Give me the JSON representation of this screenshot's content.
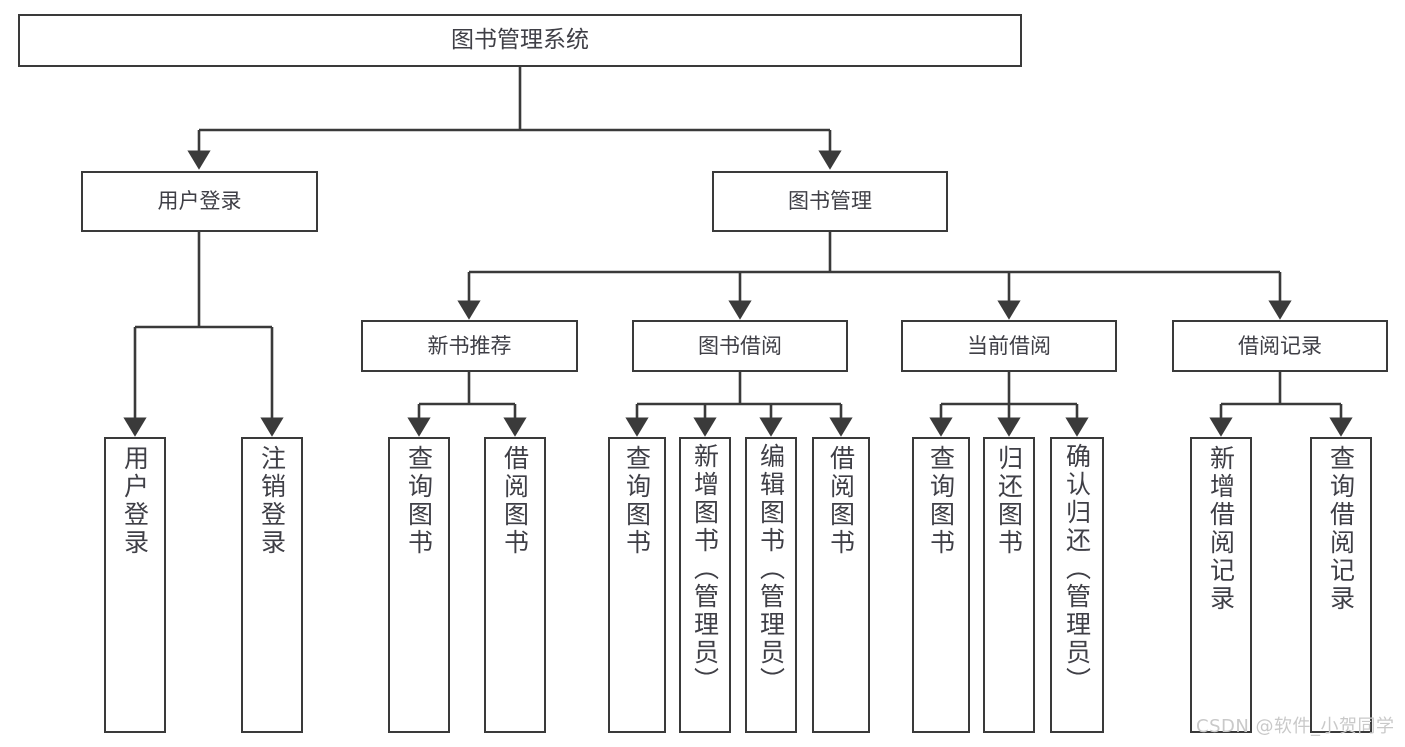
{
  "diagram": {
    "title": "图书管理系统",
    "type": "tree",
    "watermark": "CSDN @软件_小贺同学",
    "colors": {
      "box_border": "#3a3a3a",
      "box_fill": "#ffffff",
      "connector": "#3a3a3a",
      "text": "#3f3f46",
      "watermark": "#c9c9c9"
    },
    "root": {
      "label": "图书管理系统"
    },
    "level2": [
      {
        "id": "user-login",
        "label": "用户登录"
      },
      {
        "id": "book-manage",
        "label": "图书管理"
      }
    ],
    "level3": [
      {
        "id": "new-book-rec",
        "label": "新书推荐"
      },
      {
        "id": "book-borrow",
        "label": "图书借阅"
      },
      {
        "id": "current-borrow",
        "label": "当前借阅"
      },
      {
        "id": "borrow-record",
        "label": "借阅记录"
      }
    ],
    "leaves": {
      "user_login": [
        {
          "id": "user-login",
          "label": "用户登录"
        },
        {
          "id": "user-logout",
          "label": "注销登录"
        }
      ],
      "new_book_rec": [
        {
          "id": "query-book-1",
          "label": "查询图书"
        },
        {
          "id": "borrow-book-1",
          "label": "借阅图书"
        }
      ],
      "book_borrow": [
        {
          "id": "query-book-2",
          "label": "查询图书"
        },
        {
          "id": "add-book",
          "label": "新增图书（管理员）"
        },
        {
          "id": "edit-book",
          "label": "编辑图书（管理员）"
        },
        {
          "id": "borrow-book-2",
          "label": "借阅图书"
        }
      ],
      "current_borrow": [
        {
          "id": "query-book-3",
          "label": "查询图书"
        },
        {
          "id": "return-book",
          "label": "归还图书"
        },
        {
          "id": "confirm-return",
          "label": "确认归还（管理员）"
        }
      ],
      "borrow_record": [
        {
          "id": "add-record",
          "label": "新增借阅记录"
        },
        {
          "id": "query-record",
          "label": "查询借阅记录"
        }
      ]
    }
  }
}
